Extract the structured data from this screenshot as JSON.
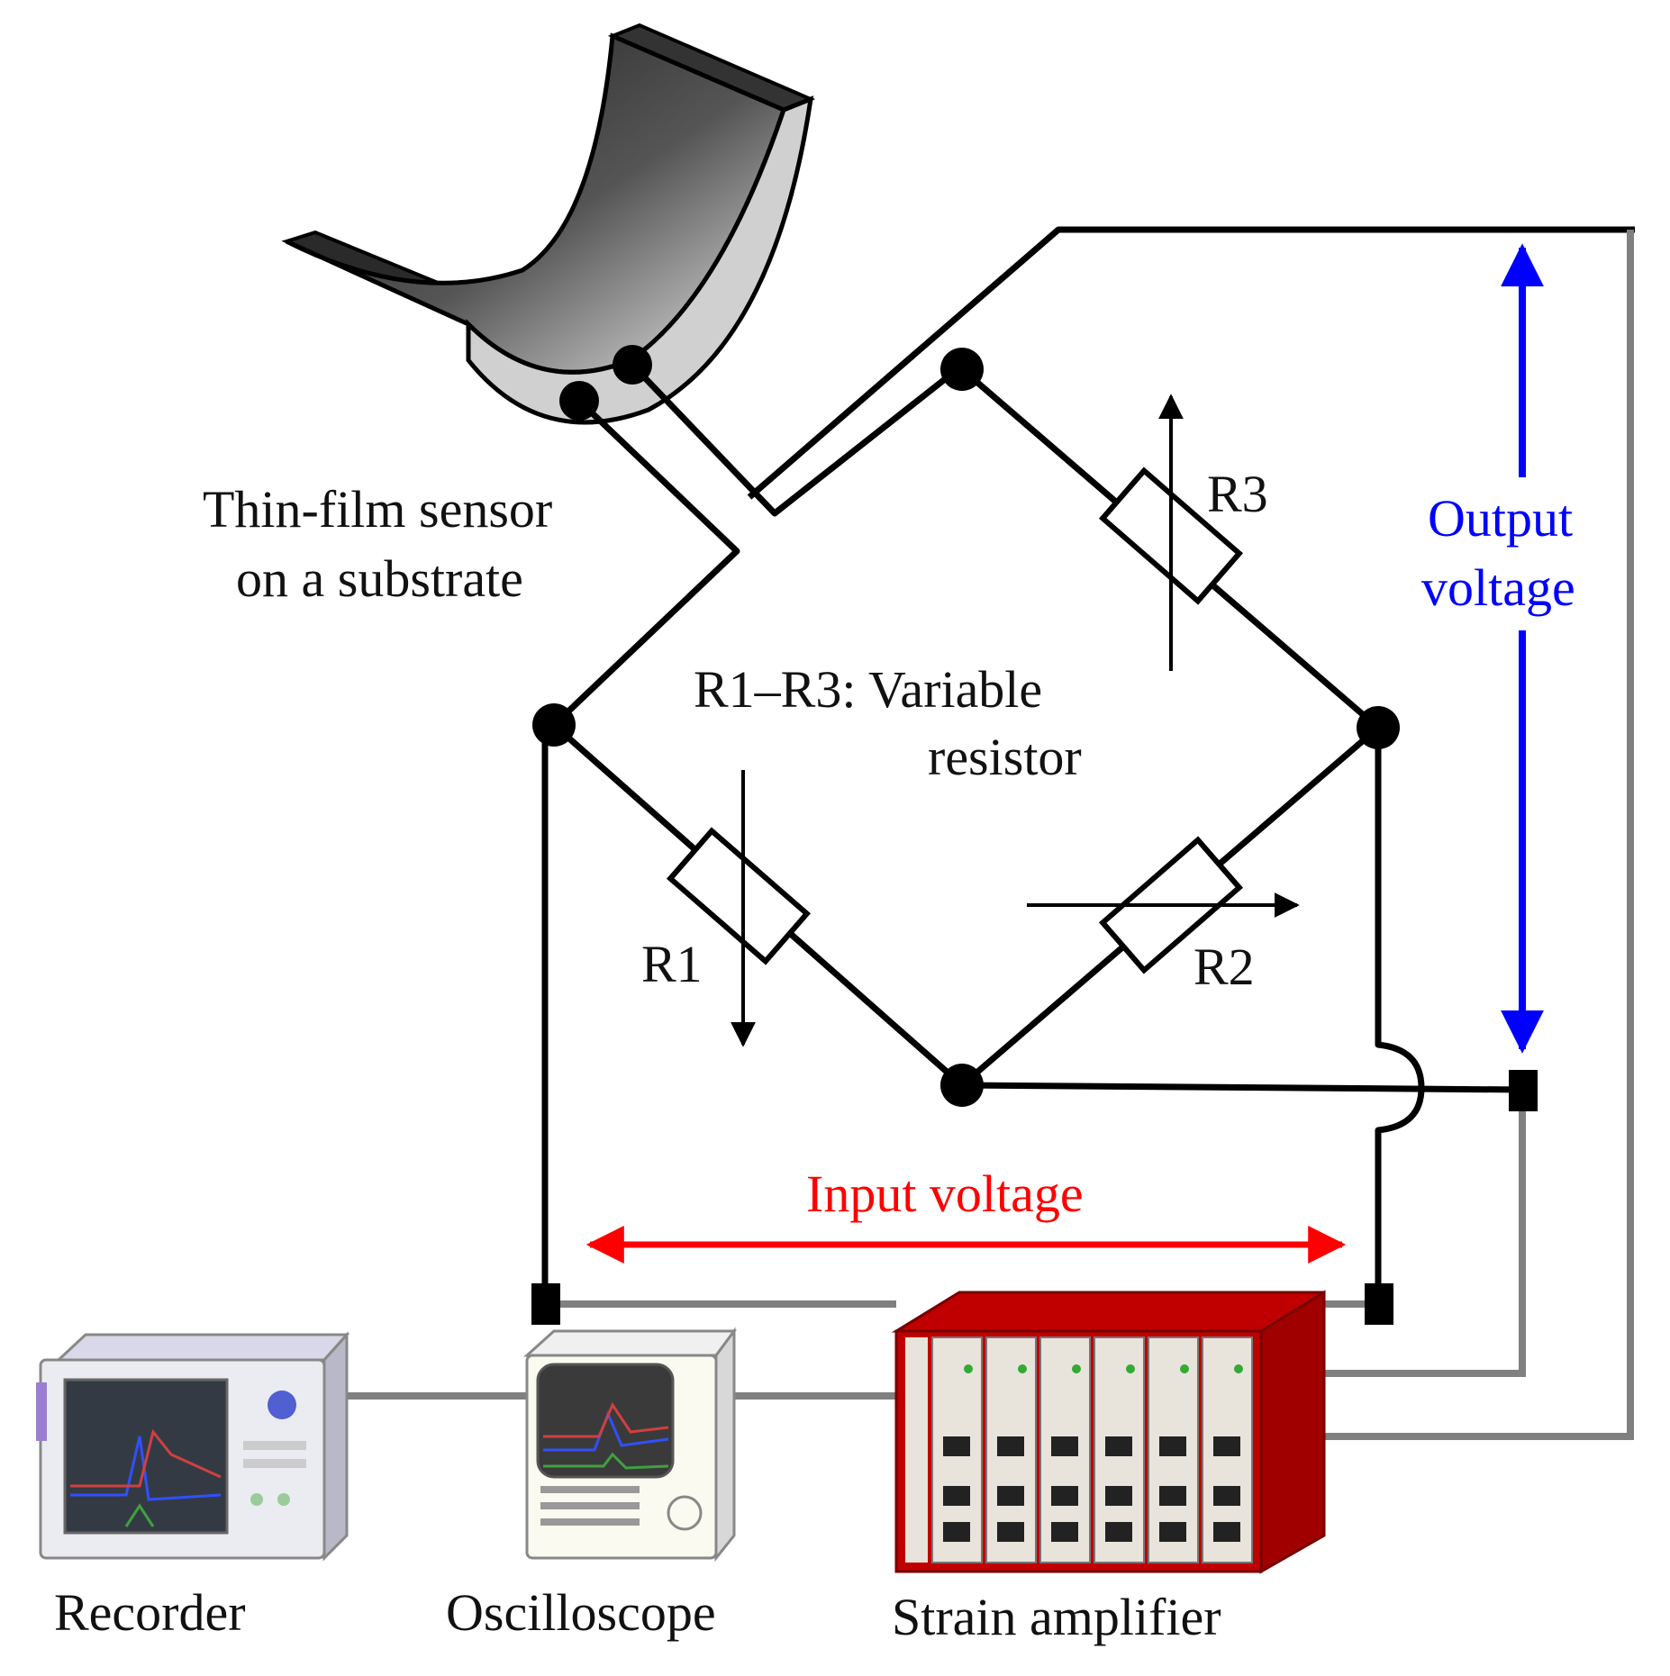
{
  "labels": {
    "sensor_line1": "Thin-film sensor",
    "sensor_line2": "on a substrate",
    "variable_line1": "R1–R3:  Variable",
    "variable_line2": "resistor",
    "r1": "R1",
    "r2": "R2",
    "r3": "R3",
    "output_line1": "Output",
    "output_line2": "voltage",
    "input": "Input voltage",
    "recorder": "Recorder",
    "oscilloscope": "Oscilloscope",
    "strain_amplifier": "Strain amplifier"
  },
  "colors": {
    "input_arrow": "#ff0000",
    "output_arrow": "#0000ff",
    "amplifier_body": "#c00000",
    "wire": "#000000",
    "cable": "#808080"
  }
}
